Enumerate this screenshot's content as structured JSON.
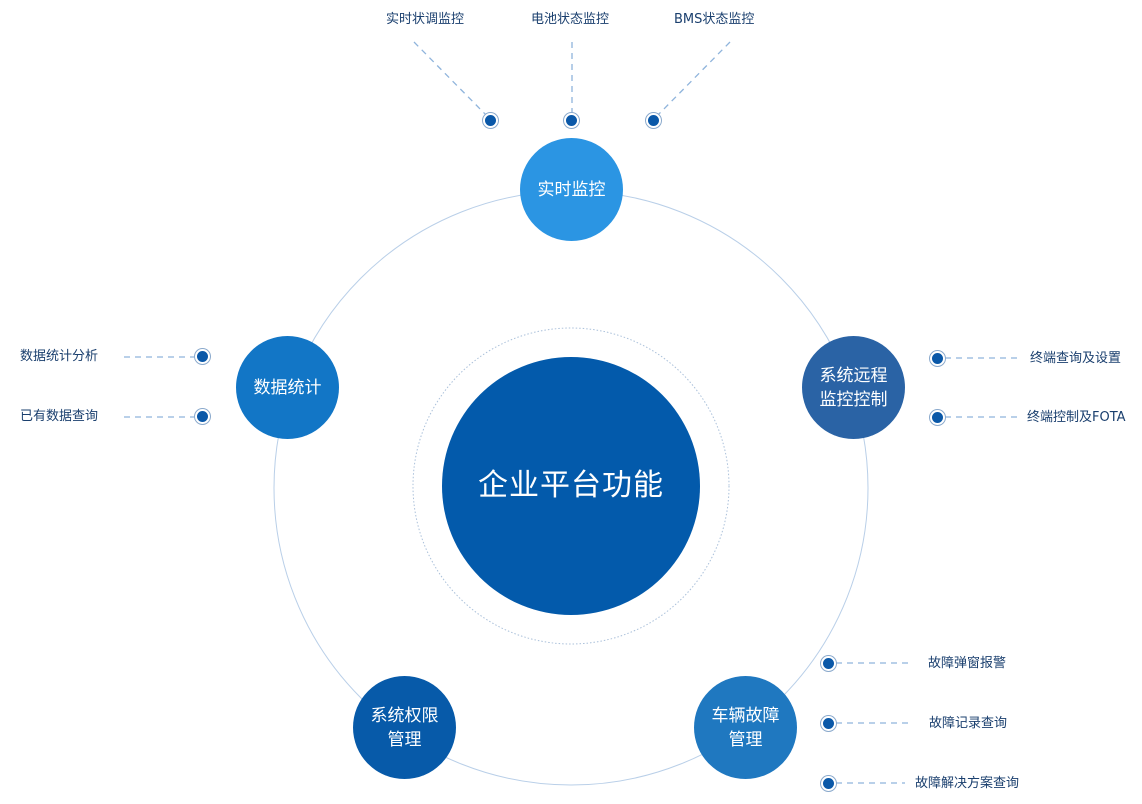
{
  "center": {
    "label": "企业平台功能",
    "color": "#035aab"
  },
  "nodes": {
    "realtime": {
      "lines": [
        "实时监控"
      ],
      "color": "#2b95e3"
    },
    "remote": {
      "lines": [
        "系统远程",
        "监控控制"
      ],
      "color": "#2a63a5"
    },
    "fault": {
      "lines": [
        "车辆故障",
        "管理"
      ],
      "color": "#1f78c0"
    },
    "permission": {
      "lines": [
        "系统权限",
        "管理"
      ],
      "color": "#075aa9"
    },
    "stats": {
      "lines": [
        "数据统计"
      ],
      "color": "#1276c6"
    }
  },
  "labels": {
    "rt1": "实时状调监控",
    "rt2": "电池状态监控",
    "rt3": "BMS状态监控",
    "remote1": "终端查询及设置",
    "remote2": "终端控制及FOTA",
    "fault1": "故障弹窗报警",
    "fault2": "故障记录查询",
    "fault3": "故障解决方案查询",
    "stats1": "数据统计分析",
    "stats2": "已有数据查询"
  },
  "colors": {
    "dot": "#0a58a8",
    "dash": "#8fb4dc",
    "ring": "#b9cfe8",
    "text": "#1a3f6e"
  }
}
